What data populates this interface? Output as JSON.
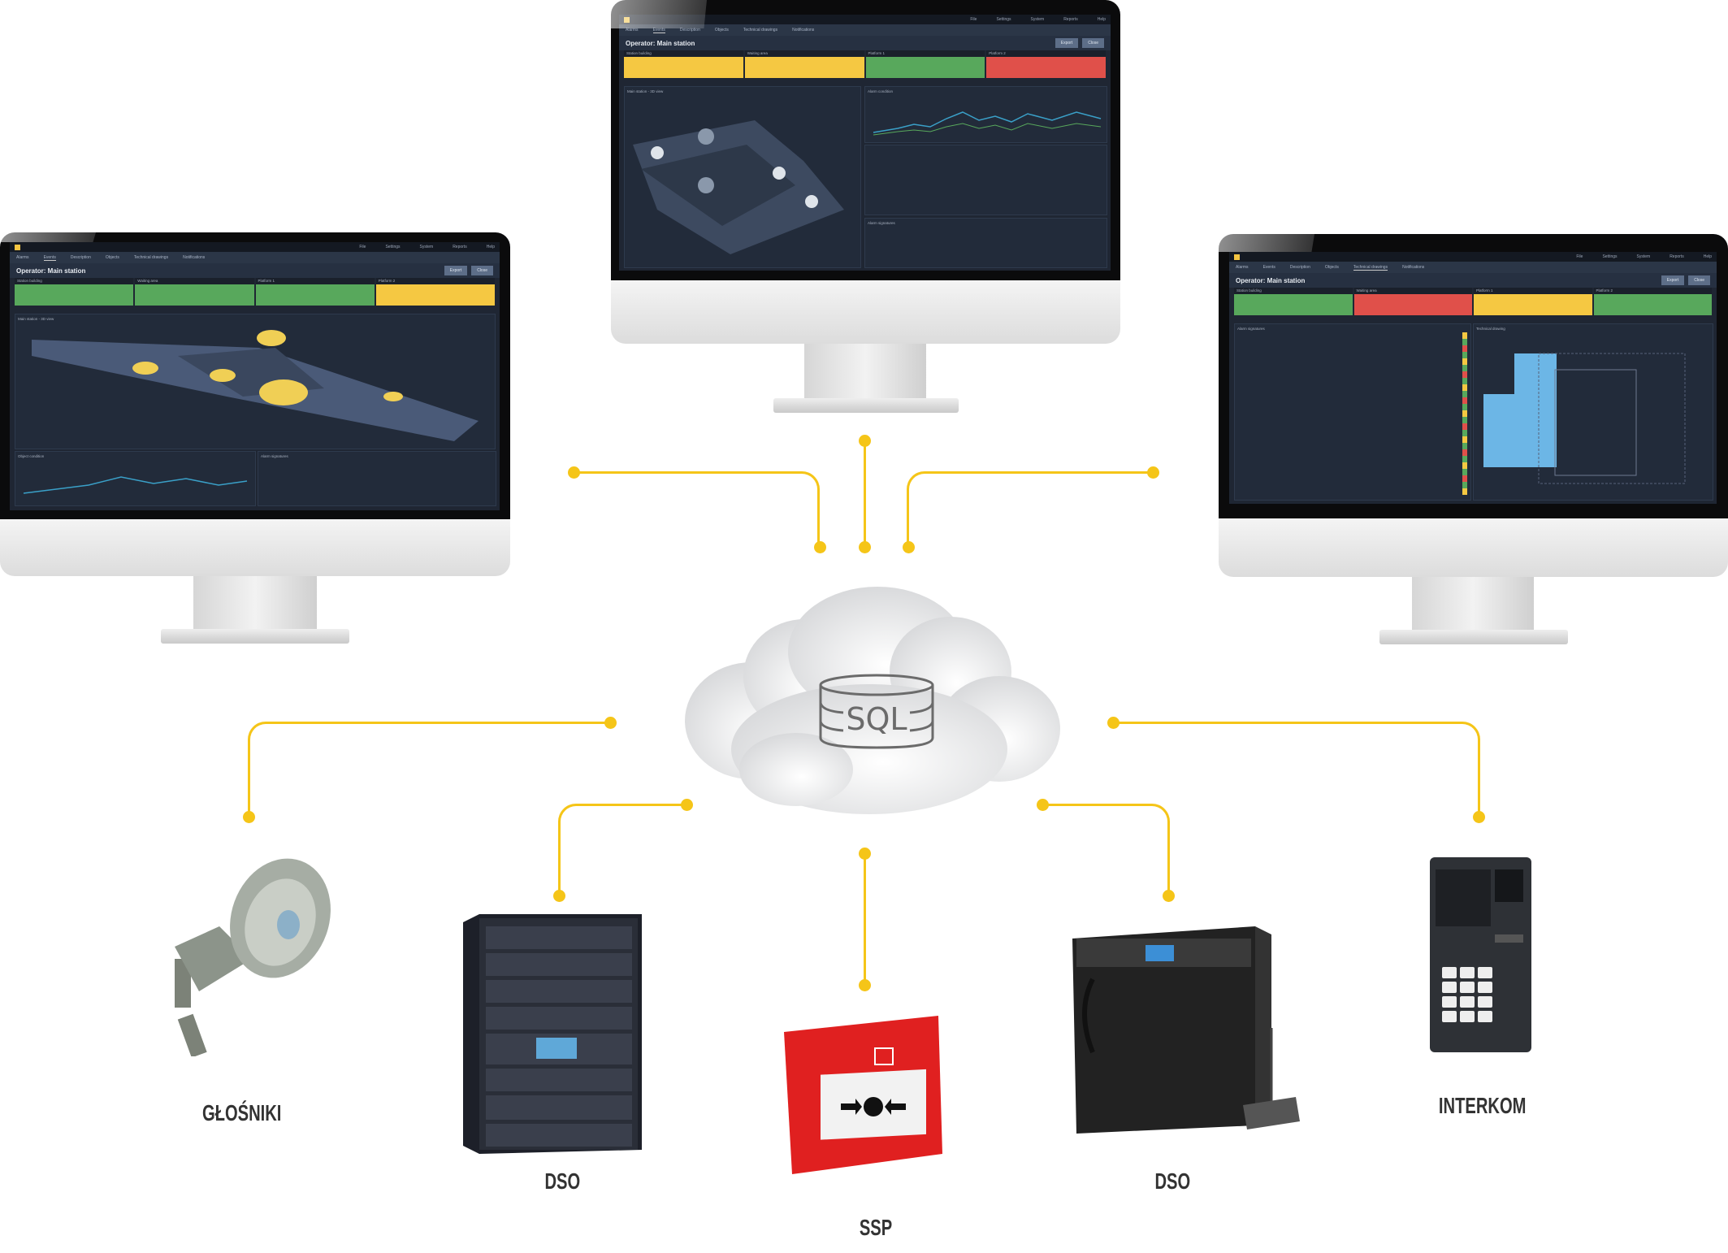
{
  "diagram": {
    "center": {
      "icon": "database-icon",
      "label": "SQL",
      "container": "cloud"
    },
    "app": {
      "menu": [
        "File",
        "Settings",
        "System",
        "Reports",
        "Help"
      ],
      "tabs": [
        "Alarms",
        "Events",
        "Description",
        "Objects",
        "Technical drawings",
        "Notifications"
      ],
      "title": "Operator: Main station",
      "buttons": [
        "Export",
        "Close"
      ],
      "zones": [
        "Station building",
        "Waiting area",
        "Platform 1",
        "Platform 2"
      ]
    },
    "monitors": {
      "left": {
        "active_tab": "Events",
        "zone_status": [
          "green",
          "green",
          "green",
          "yellow"
        ],
        "panels": {
          "main": "Main station - 3D view",
          "chart": "Object condition",
          "list": "Alarm signatures"
        }
      },
      "top": {
        "active_tab": "Events",
        "zone_status": [
          "yellow",
          "yellow",
          "green",
          "red"
        ],
        "panels": {
          "main": "Main station - 3D view",
          "chart": "Alarm condition",
          "list": "Alarm signatures"
        }
      },
      "right": {
        "active_tab": "Technical drawings",
        "zone_status": [
          "green",
          "red",
          "yellow",
          "green"
        ],
        "panels": {
          "list": "Alarm signatures",
          "drawing": "Technical drawing"
        }
      }
    },
    "devices": [
      {
        "id": "speaker",
        "label": "GŁOŚNIKI",
        "icon": "horn-speaker-icon"
      },
      {
        "id": "dso1",
        "label": "DSO",
        "icon": "rack-cabinet-icon"
      },
      {
        "id": "ssp",
        "label": "SSP",
        "icon": "fire-call-point-icon"
      },
      {
        "id": "dso2",
        "label": "DSO",
        "icon": "desk-amplifier-icon"
      },
      {
        "id": "intercom",
        "label": "INTERKOM",
        "icon": "intercom-panel-icon"
      }
    ],
    "colors": {
      "connector": "#f5c518",
      "status_green": "#58a85c",
      "status_yellow": "#f5c842",
      "status_red": "#e0504a",
      "screen_bg": "#1f2633"
    }
  }
}
